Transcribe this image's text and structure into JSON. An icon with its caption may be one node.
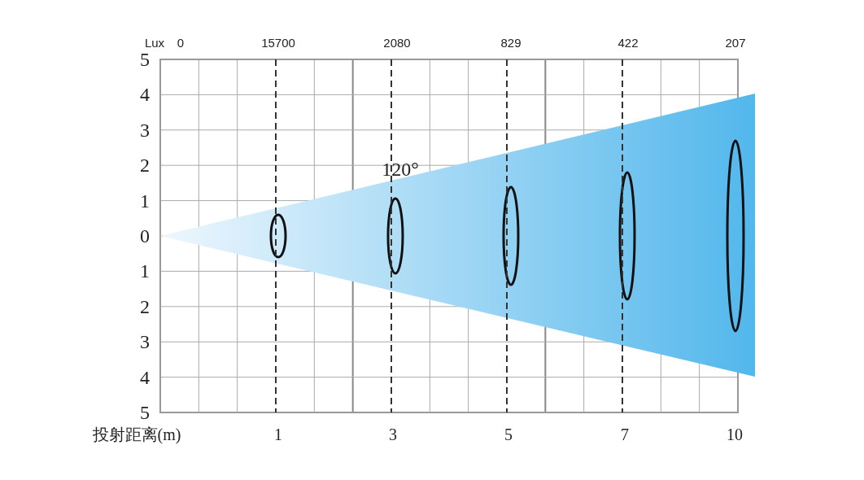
{
  "diagram": {
    "labels": [
      "Lux",
      "0",
      "15700",
      "2080",
      "829",
      "422",
      "207",
      "5",
      "4",
      "3",
      "2",
      "1",
      "0",
      "1",
      "2",
      "3",
      "4",
      "5",
      "120°",
      "投射距离(m)",
      "1",
      "3",
      "5",
      "7",
      "10"
    ]
  }
}
